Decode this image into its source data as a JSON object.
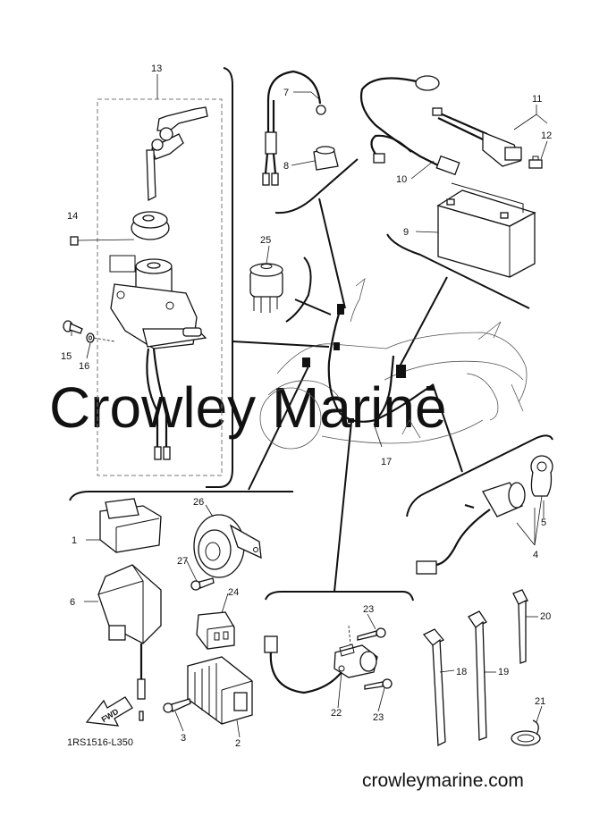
{
  "watermark": "Crowley Marine",
  "footer": "crowleymarine.com",
  "ref_code": "1RS1516-L350",
  "fwd_label": "FWD",
  "labels": {
    "l1": "1",
    "l2": "2",
    "l3": "3",
    "l4": "4",
    "l5": "5",
    "l6": "6",
    "l7": "7",
    "l8": "8",
    "l9": "9",
    "l10": "10",
    "l11": "11",
    "l12": "12",
    "l13": "13",
    "l14": "14",
    "l15": "15",
    "l16": "16",
    "l17": "17",
    "l18": "18",
    "l19": "19",
    "l20": "20",
    "l21": "21",
    "l22": "22",
    "l23a": "23",
    "l23b": "23",
    "l24": "24",
    "l25": "25",
    "l26": "26",
    "l27": "27"
  }
}
